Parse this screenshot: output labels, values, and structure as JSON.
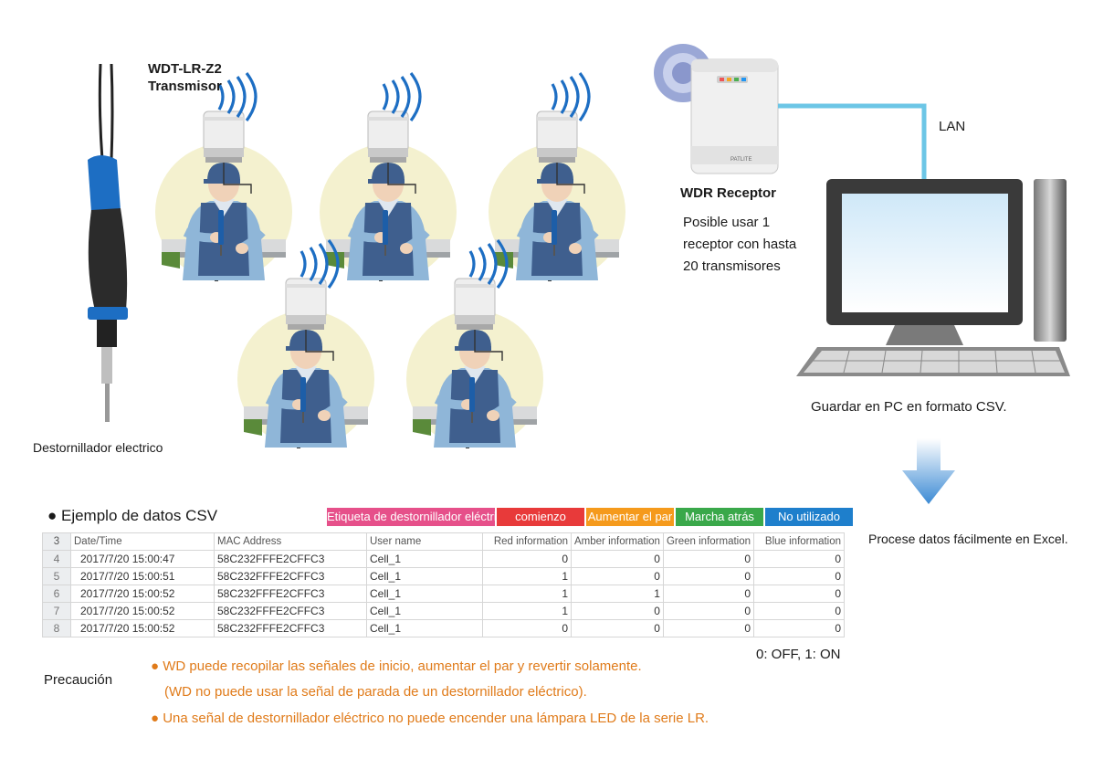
{
  "labels": {
    "transmitter": [
      "WDT-LR-Z2",
      "Transmisor"
    ],
    "receiver_title": "WDR Receptor",
    "receiver_desc": [
      "Posible usar 1",
      "receptor con hasta",
      "20 transmisores"
    ],
    "lan": "LAN",
    "screwdriver": "Destornillador electrico",
    "save_pc": "Guardar en PC en formato CSV.",
    "excel": "Procese datos fácilmente en Excel.",
    "csv_example": "● Ejemplo de datos CSV",
    "receiver_brand": "PATLITE",
    "off_on": "0: OFF, 1: ON"
  },
  "tags": [
    {
      "label": "Etiqueta de destornillador eléctrico",
      "color": "#e6508a"
    },
    {
      "label": "comienzo",
      "color": "#e83a3a"
    },
    {
      "label": "Aumentar el par",
      "color": "#f59a1c"
    },
    {
      "label": "Marcha atrás",
      "color": "#3aa84a"
    },
    {
      "label": "No utilizado",
      "color": "#1e7fcc"
    }
  ],
  "table": {
    "header": {
      "row": "3",
      "cells": [
        "Date/Time",
        "MAC Address",
        "User name",
        "Red information",
        "Amber information",
        "Green information",
        "Blue information"
      ]
    },
    "rows": [
      {
        "row": "4",
        "cells": [
          "2017/7/20 15:00:47",
          "58C232FFFE2CFFC3",
          "Cell_1",
          "0",
          "0",
          "0",
          "0"
        ]
      },
      {
        "row": "5",
        "cells": [
          "2017/7/20 15:00:51",
          "58C232FFFE2CFFC3",
          "Cell_1",
          "1",
          "0",
          "0",
          "0"
        ]
      },
      {
        "row": "6",
        "cells": [
          "2017/7/20 15:00:52",
          "58C232FFFE2CFFC3",
          "Cell_1",
          "1",
          "1",
          "0",
          "0"
        ]
      },
      {
        "row": "7",
        "cells": [
          "2017/7/20 15:00:52",
          "58C232FFFE2CFFC3",
          "Cell_1",
          "1",
          "0",
          "0",
          "0"
        ]
      },
      {
        "row": "8",
        "cells": [
          "2017/7/20 15:00:52",
          "58C232FFFE2CFFC3",
          "Cell_1",
          "0",
          "0",
          "0",
          "0"
        ]
      }
    ]
  },
  "caution": {
    "title": "Precaución",
    "lines": [
      "● WD puede recopilar las señales de inicio, aumentar el par y revertir solamente.",
      "(WD no puede usar la señal de parada de un destornillador eléctrico).",
      "● Una señal de destornillador eléctrico no puede encender una lámpara LED de la serie LR."
    ]
  },
  "colors": {
    "lan_cable": "#6cc6e6",
    "circle_bg": "#f4f1cf",
    "caution_text": "#e07b1a"
  }
}
